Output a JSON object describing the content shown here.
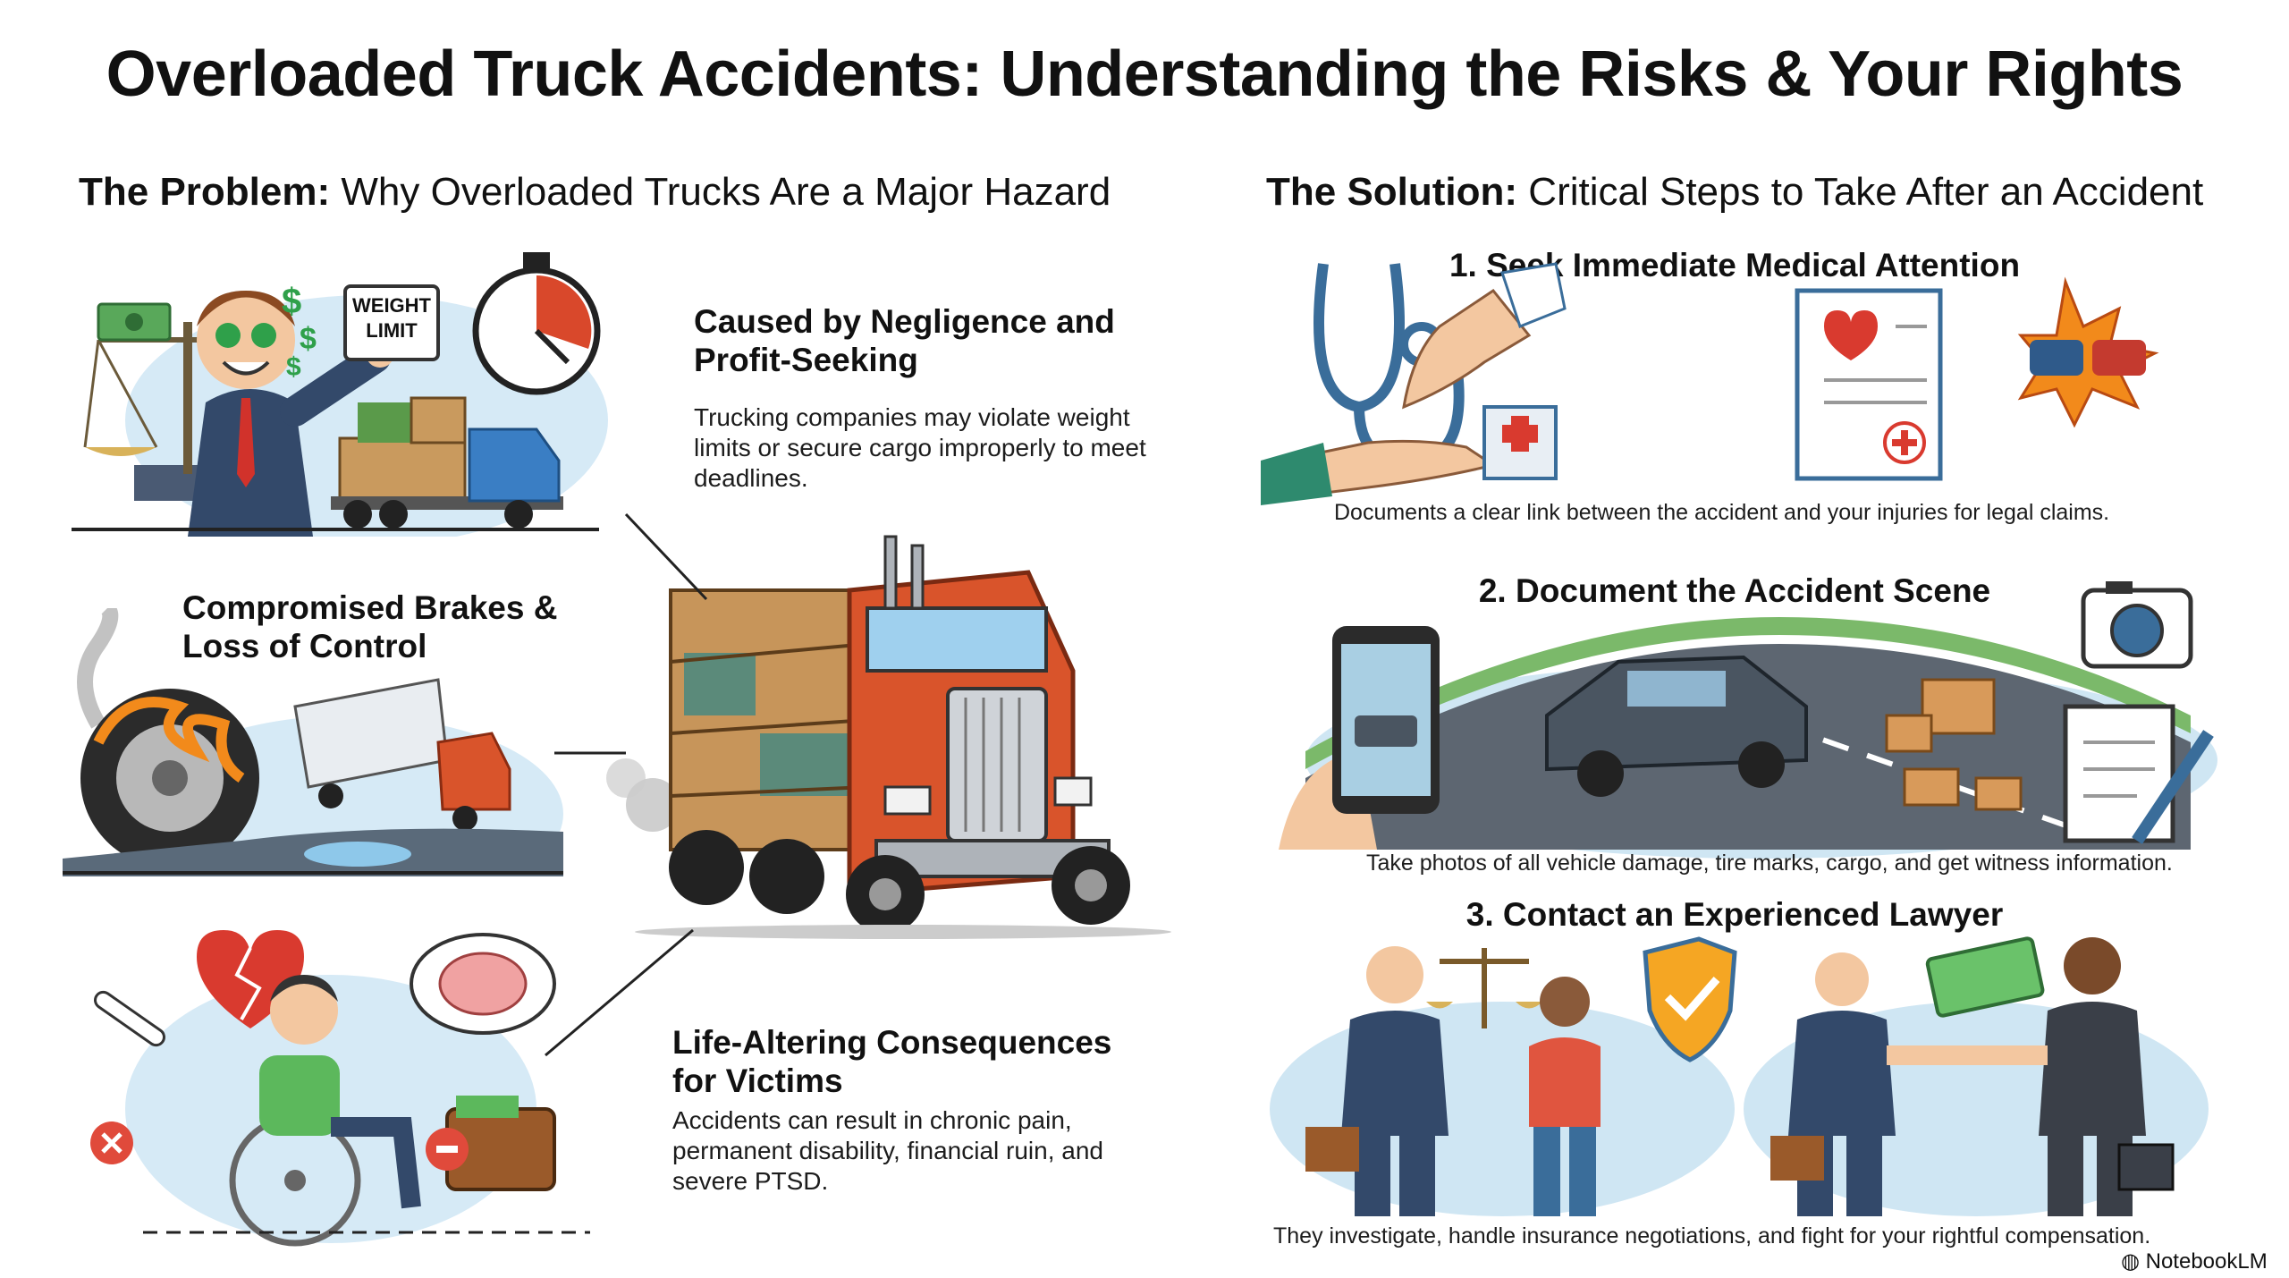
{
  "title": "Overloaded Truck Accidents: Understanding the Risks & Your Rights",
  "problem": {
    "heading_bold": "The Problem:",
    "heading_rest": "Why Overloaded Trucks Are a Major Hazard",
    "weight_sign": [
      "WEIGHT",
      "LIMIT"
    ],
    "negligence": {
      "title": "Caused by Negligence and Profit-Seeking",
      "text": "Trucking companies may violate weight limits or secure cargo improperly to meet deadlines."
    },
    "brakes": {
      "title": "Compromised Brakes & Loss of Control"
    },
    "consequences": {
      "title": "Life-Altering Consequences for Victims",
      "text": "Accidents can result in chronic pain, permanent disability, financial ruin, and severe PTSD."
    }
  },
  "solution": {
    "heading_bold": "The Solution:",
    "heading_rest": "Critical Steps to Take After an Accident",
    "steps": [
      {
        "title": "1. Seek Immediate Medical Attention",
        "caption": "Documents a clear link between the accident and your injuries for legal claims."
      },
      {
        "title": "2. Document the Accident Scene",
        "caption": "Take photos of all vehicle damage, tire marks, cargo, and get witness information."
      },
      {
        "title": "3. Contact an Experienced Lawyer",
        "caption": "They investigate, handle insurance negotiations, and fight for your rightful compensation."
      }
    ]
  },
  "footer": {
    "brand": "NotebookLM"
  },
  "colors": {
    "truck_red": "#d9542b",
    "sky": "#cfe6f3",
    "suit": "#33496a",
    "text": "#111111"
  },
  "icons": [
    "scales-icon",
    "stopwatch-icon",
    "truck-icon",
    "tire-fire-icon",
    "jackknife-truck-icon",
    "broken-heart-icon",
    "brain-icon",
    "wheelchair-person-icon",
    "wallet-icon",
    "stethoscope-icon",
    "hands-icon",
    "hospital-icon",
    "medical-report-icon",
    "car-crash-icon",
    "phone-camera-icon",
    "camera-icon",
    "notepad-pen-icon",
    "scales-justice-icon",
    "shield-check-icon",
    "cash-icon",
    "briefcase-icon",
    "notebooklm-logo-icon"
  ]
}
